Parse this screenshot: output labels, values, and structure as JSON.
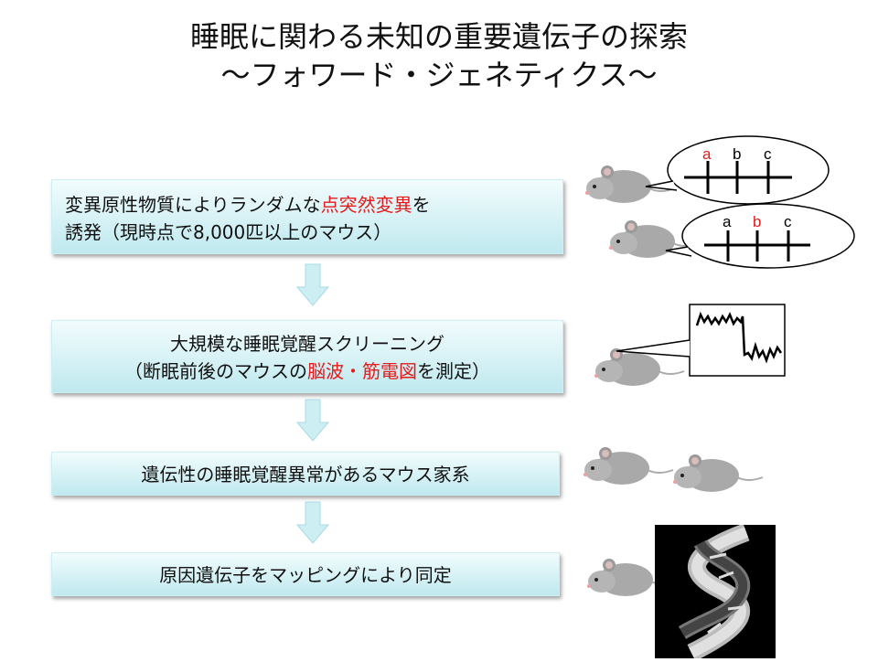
{
  "title": {
    "line1": "睡眠に関わる未知の重要遺伝子の探索",
    "line2": "～フォワード・ジェネティクス～"
  },
  "steps": [
    {
      "line1_pre": "変異原性物質によりランダムな",
      "line1_highlight": "点突然変異",
      "line1_post": "を",
      "line2": "誘発（現時点で8,000匹以上のマウス）"
    },
    {
      "line1": "大規模な睡眠覚醒スクリーニング",
      "line2_pre": "（断眠前後のマウスの",
      "line2_highlight": "脳波・筋電図",
      "line2_post": "を測定）"
    },
    {
      "text": "遺伝性の睡眠覚醒異常があるマウス家系"
    },
    {
      "text": "原因遺伝子をマッピングにより同定"
    }
  ],
  "gene_diagrams": [
    {
      "labels": [
        "a",
        "b",
        "c"
      ],
      "mutated": "a"
    },
    {
      "labels": [
        "a",
        "b",
        "c"
      ],
      "mutated": "b"
    }
  ],
  "colors": {
    "highlight": "#e31b1b",
    "box_top": "#f2fcfd",
    "box_bottom": "#bfe9ef",
    "arrow": "#cdeff4",
    "mouse_body": "#a9a9a9"
  }
}
